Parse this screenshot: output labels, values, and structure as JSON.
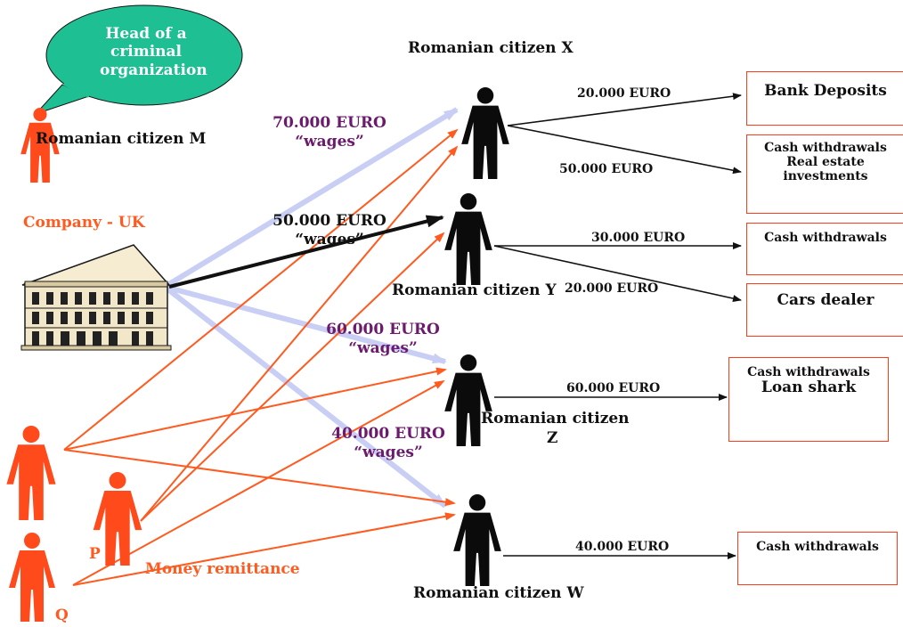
{
  "colors": {
    "orange_person": "#ff4a1c",
    "orange_arrow": "#ff5a1f",
    "black_person": "#0b0b0b",
    "wage_arrow": "#c8cef4",
    "bubble_fill": "#1fbf94",
    "purple_text": "#6b1a6e",
    "box_border": "#ff3b1a"
  },
  "bubble": {
    "text": "Head of a criminal organization"
  },
  "labels": {
    "citizen_m": "Romanian citizen M",
    "company": "Company - UK",
    "citizen_x": "Romanian citizen X",
    "citizen_y": "Romanian citizen Y",
    "citizen_z_line1": "Romanian citizen",
    "citizen_z_line2": "Z",
    "citizen_w": "Romanian citizen W",
    "person_p": "P",
    "person_q": "Q",
    "money_remittance": "Money remittance"
  },
  "wages": [
    {
      "amount": "70.000 EURO",
      "note": "“wages”"
    },
    {
      "amount": "50.000 EURO",
      "note": "“wages”"
    },
    {
      "amount": "60.000 EURO",
      "note": "“wages”"
    },
    {
      "amount": "40.000 EURO",
      "note": "“wages”"
    }
  ],
  "flows": [
    "20.000 EURO",
    "50.000 EURO",
    "30.000 EURO",
    "20.000 EURO",
    "60.000 EURO",
    "40.000 EURO"
  ],
  "boxes": [
    {
      "lines": [
        "Bank Deposits"
      ]
    },
    {
      "lines": [
        "Cash withdrawals",
        "Real estate",
        "investments"
      ]
    },
    {
      "lines": [
        "Cash withdrawals"
      ]
    },
    {
      "lines": [
        "Cars dealer"
      ]
    },
    {
      "lines": [
        "Cash withdrawals",
        "Loan shark"
      ]
    },
    {
      "lines": [
        "Cash withdrawals"
      ]
    }
  ]
}
